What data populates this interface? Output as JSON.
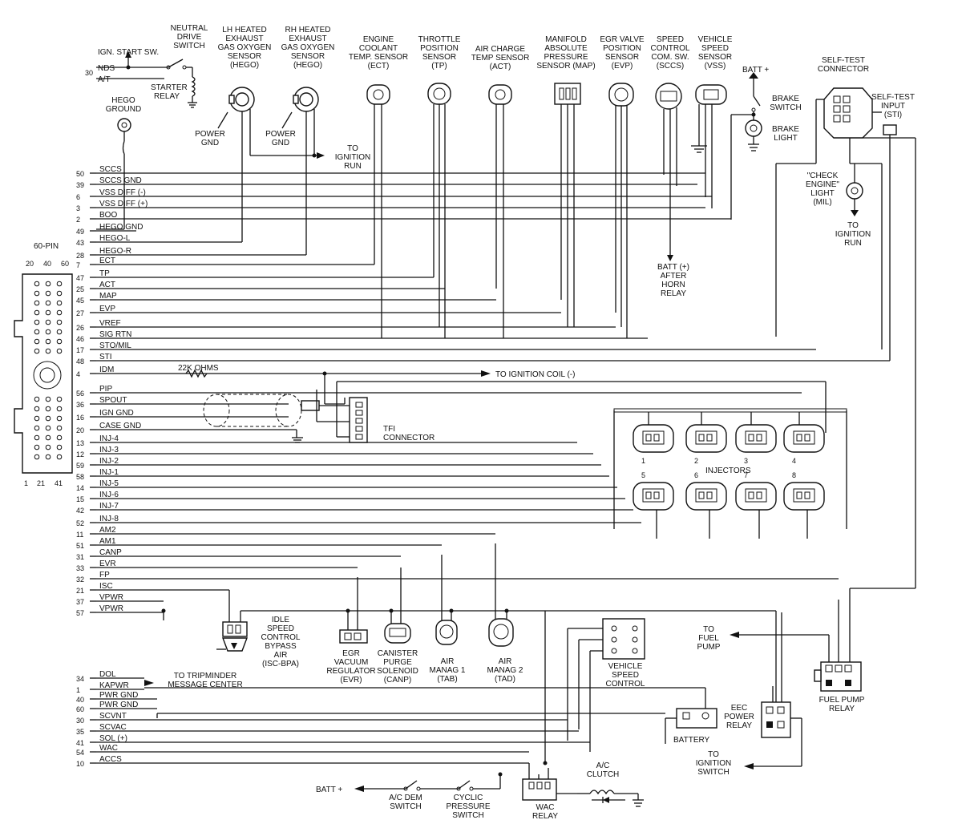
{
  "ecu": {
    "title": "60-PIN",
    "top_numbers": [
      "20",
      "40",
      "60"
    ],
    "bottom_numbers": [
      "1",
      "21",
      "41"
    ]
  },
  "pins": [
    {
      "num": "50",
      "label": "SCCS"
    },
    {
      "num": "39",
      "label": "SCCS GND"
    },
    {
      "num": "6",
      "label": "VSS DIFF (-)"
    },
    {
      "num": "3",
      "label": "VSS DIFF (+)"
    },
    {
      "num": "2",
      "label": "BOO"
    },
    {
      "num": "49",
      "label": "HEGO GND"
    },
    {
      "num": "43",
      "label": "HEGO-L"
    },
    {
      "num": "28",
      "label": "HEGO-R"
    },
    {
      "num": "7",
      "label": "ECT"
    },
    {
      "num": "47",
      "label": "TP"
    },
    {
      "num": "25",
      "label": "ACT"
    },
    {
      "num": "45",
      "label": "MAP"
    },
    {
      "num": "27",
      "label": "EVP"
    },
    {
      "num": "26",
      "label": "VREF"
    },
    {
      "num": "46",
      "label": "SIG RTN"
    },
    {
      "num": "17",
      "label": "STO/MIL"
    },
    {
      "num": "48",
      "label": "STI"
    },
    {
      "num": "4",
      "label": "IDM"
    },
    {
      "num": "56",
      "label": "PIP"
    },
    {
      "num": "36",
      "label": "SPOUT"
    },
    {
      "num": "16",
      "label": "IGN GND"
    },
    {
      "num": "20",
      "label": "CASE GND"
    },
    {
      "num": "13",
      "label": "INJ-4"
    },
    {
      "num": "12",
      "label": "INJ-3"
    },
    {
      "num": "59",
      "label": "INJ-2"
    },
    {
      "num": "58",
      "label": "INJ-1"
    },
    {
      "num": "14",
      "label": "INJ-5"
    },
    {
      "num": "15",
      "label": "INJ-6"
    },
    {
      "num": "42",
      "label": "INJ-7"
    },
    {
      "num": "52",
      "label": "INJ-8"
    },
    {
      "num": "11",
      "label": "AM2"
    },
    {
      "num": "51",
      "label": "AM1"
    },
    {
      "num": "31",
      "label": "CANP"
    },
    {
      "num": "33",
      "label": "EVR"
    },
    {
      "num": "32",
      "label": "FP"
    },
    {
      "num": "21",
      "label": "ISC"
    },
    {
      "num": "37",
      "label": "VPWR"
    },
    {
      "num": "57",
      "label": "VPWR"
    },
    {
      "num": "34",
      "label": "DOL"
    },
    {
      "num": "1",
      "label": "KAPWR"
    },
    {
      "num": "40",
      "label": "PWR GND"
    },
    {
      "num": "60",
      "label": "PWR GND"
    },
    {
      "num": "30",
      "label": "SCVNT"
    },
    {
      "num": "35",
      "label": "SCVAC"
    },
    {
      "num": "41",
      "label": "SOL (+)"
    },
    {
      "num": "54",
      "label": "WAC"
    },
    {
      "num": "10",
      "label": "ACCS"
    }
  ],
  "top": {
    "pin30": "30",
    "nds": "NDS",
    "at": "A/T",
    "ign_start": "IGN. START SW.",
    "neutral": [
      "NEUTRAL",
      "DRIVE",
      "SWITCH"
    ],
    "starter": [
      "STARTER",
      "RELAY"
    ],
    "hego_ground": [
      "HEGO",
      "GROUND"
    ],
    "lh_hego": [
      "LH HEATED",
      "EXHAUST",
      "GAS OXYGEN",
      "SENSOR",
      "(HEGO)"
    ],
    "rh_hego": [
      "RH HEATED",
      "EXHAUST",
      "GAS OXYGEN",
      "SENSOR",
      "(HEGO)"
    ],
    "power_gnd": [
      "POWER",
      "GND"
    ],
    "to_ignition_run": [
      "TO",
      "IGNITION",
      "RUN"
    ],
    "ect": [
      "ENGINE",
      "COOLANT",
      "TEMP. SENSOR",
      "(ECT)"
    ],
    "tp": [
      "THROTTLE",
      "POSITION",
      "SENSOR",
      "(TP)"
    ],
    "act": [
      "AIR CHARGE",
      "TEMP SENSOR",
      "(ACT)"
    ],
    "map": [
      "MANIFOLD",
      "ABSOLUTE",
      "PRESSURE",
      "SENSOR (MAP)"
    ],
    "evp": [
      "EGR VALVE",
      "POSITION",
      "SENSOR",
      "(EVP)"
    ],
    "sccs": [
      "SPEED",
      "CONTROL",
      "COM. SW.",
      "(SCCS)"
    ],
    "vss": [
      "VEHICLE",
      "SPEED",
      "SENSOR",
      "(VSS)"
    ],
    "batt_plus": "BATT +",
    "brake_switch": [
      "BRAKE",
      "SWITCH"
    ],
    "brake_light": [
      "BRAKE",
      "LIGHT"
    ],
    "self_test_connector": [
      "SELF-TEST",
      "CONNECTOR"
    ],
    "sti": [
      "SELF-TEST",
      "INPUT",
      "(STI)"
    ],
    "check_engine": [
      "\"CHECK",
      "ENGINE\"",
      "LIGHT",
      "(MIL)"
    ],
    "to_ign_run2": [
      "TO",
      "IGNITION",
      "RUN"
    ],
    "batt_after_horn": [
      "BATT (+)",
      "AFTER",
      "HORN",
      "RELAY"
    ]
  },
  "mid": {
    "ohms": "22K OHMS",
    "to_coil": "TO IGNITION COIL (-)",
    "tfi": [
      "TFI",
      "CONNECTOR"
    ],
    "injectors": "INJECTORS",
    "inj_numbers_top": [
      "1",
      "2",
      "3",
      "4"
    ],
    "inj_numbers_bottom": [
      "5",
      "6",
      "7",
      "8"
    ]
  },
  "bottom": {
    "isc_bpa": [
      "IDLE",
      "SPEED",
      "CONTROL",
      "BYPASS",
      "AIR",
      "(ISC-BPA)"
    ],
    "evr": [
      "EGR",
      "VACUUM",
      "REGULATOR",
      "(EVR)"
    ],
    "canp": [
      "CANISTER",
      "PURGE",
      "SOLENOID",
      "(CANP)"
    ],
    "tab": [
      "AIR",
      "MANAG 1",
      "(TAB)"
    ],
    "tad": [
      "AIR",
      "MANAG 2",
      "(TAD)"
    ],
    "vsc": [
      "VEHICLE",
      "SPEED",
      "CONTROL"
    ],
    "to_fuel_pump": [
      "TO",
      "FUEL",
      "PUMP"
    ],
    "fuel_pump_relay": [
      "FUEL PUMP",
      "RELAY"
    ],
    "tripminder": [
      "TO TRIPMINDER",
      "MESSAGE CENTER"
    ],
    "battery": "BATTERY",
    "eec_power_relay": [
      "EEC",
      "POWER",
      "RELAY"
    ],
    "to_ign_switch": [
      "TO",
      "IGNITION",
      "SWITCH"
    ],
    "batt_plus2": "BATT +",
    "ac_dem": [
      "A/C DEM",
      "SWITCH"
    ],
    "cyclic": [
      "CYCLIC",
      "PRESSURE",
      "SWITCH"
    ],
    "wac_relay": [
      "WAC",
      "RELAY"
    ],
    "ac_clutch": [
      "A/C",
      "CLUTCH"
    ]
  }
}
